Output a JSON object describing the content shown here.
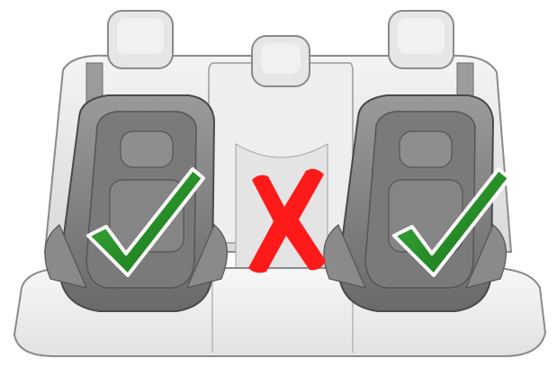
{
  "illustration": {
    "subject": "rear-bench-seat",
    "background_color": "#ffffff",
    "colors": {
      "seat_light": "#ececec",
      "seat_mid": "#d6d6d6",
      "seat_outline": "#8a8a8a",
      "child_seat_dark": "#5e5e5e",
      "child_seat_mid": "#8c8c8c",
      "check_green": "#1e8a1e",
      "cross_red": "#ff1a1a"
    },
    "positions": [
      {
        "seat": "left",
        "child_seat_installed": true,
        "status_icon": "check-icon",
        "allowed": true
      },
      {
        "seat": "center",
        "child_seat_installed": false,
        "status_icon": "cross-icon",
        "allowed": false
      },
      {
        "seat": "right",
        "child_seat_installed": true,
        "status_icon": "check-icon",
        "allowed": true
      }
    ]
  }
}
